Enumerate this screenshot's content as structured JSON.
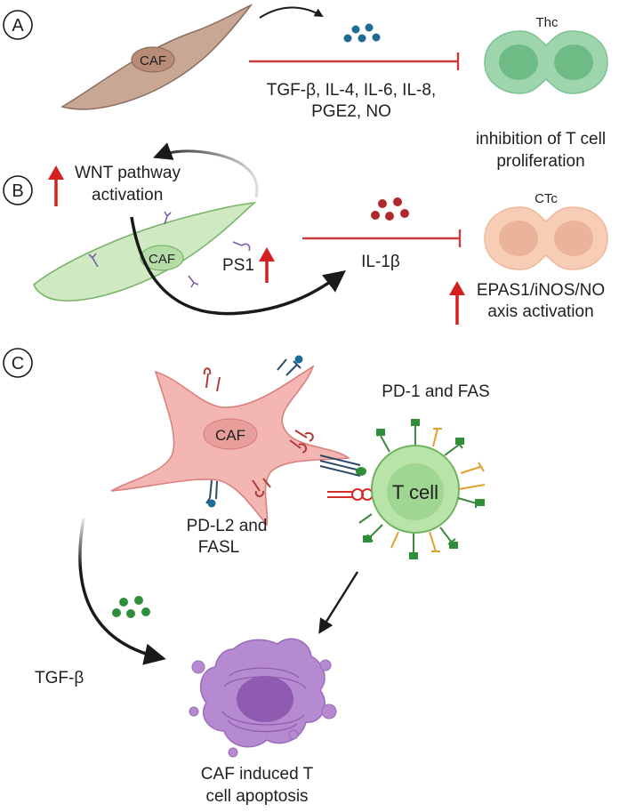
{
  "panels": {
    "a": {
      "badge": "A",
      "caf_label": "CAF",
      "target_cell_label": "Thc",
      "factors_line1": "TGF-β, IL-4, IL-6, IL-8,",
      "factors_line2": "PGE2, NO",
      "outcome_line1": "inhibition of T cell",
      "outcome_line2": "proliferation"
    },
    "b": {
      "badge": "B",
      "wnt_line1": "WNT pathway",
      "wnt_line2": "activation",
      "caf_label": "CAF",
      "ps1_label": "PS1",
      "cytokine_label": "IL-1β",
      "target_cell_label": "CTc",
      "axis_line1": "EPAS1/iNOS/NO",
      "axis_line2": "axis activation"
    },
    "c": {
      "badge": "C",
      "caf_label": "CAF",
      "tcell_label": "T cell",
      "receptors_label": "PD-1 and FAS",
      "ligands_line1": "PD-L2 and",
      "ligands_line2": "FASL",
      "cytokine_label": "TGF-β",
      "outcome_line1": "CAF induced T",
      "outcome_line2": "cell apoptosis"
    }
  },
  "colors": {
    "arrow_red": "#d32020",
    "inhibit_line": "#c73c3c",
    "caf_a": "#c9a795",
    "caf_b": "#cfe9c2",
    "caf_c": "#f4b6b3",
    "thc": "#9fd5ad",
    "ctc": "#f7cdb5",
    "tcell": "#b9e4a9",
    "apoptotic": "#b58ad1",
    "dots_blue": "#1e6c96",
    "dots_red": "#b0282d",
    "dots_green": "#2f8e3a"
  }
}
